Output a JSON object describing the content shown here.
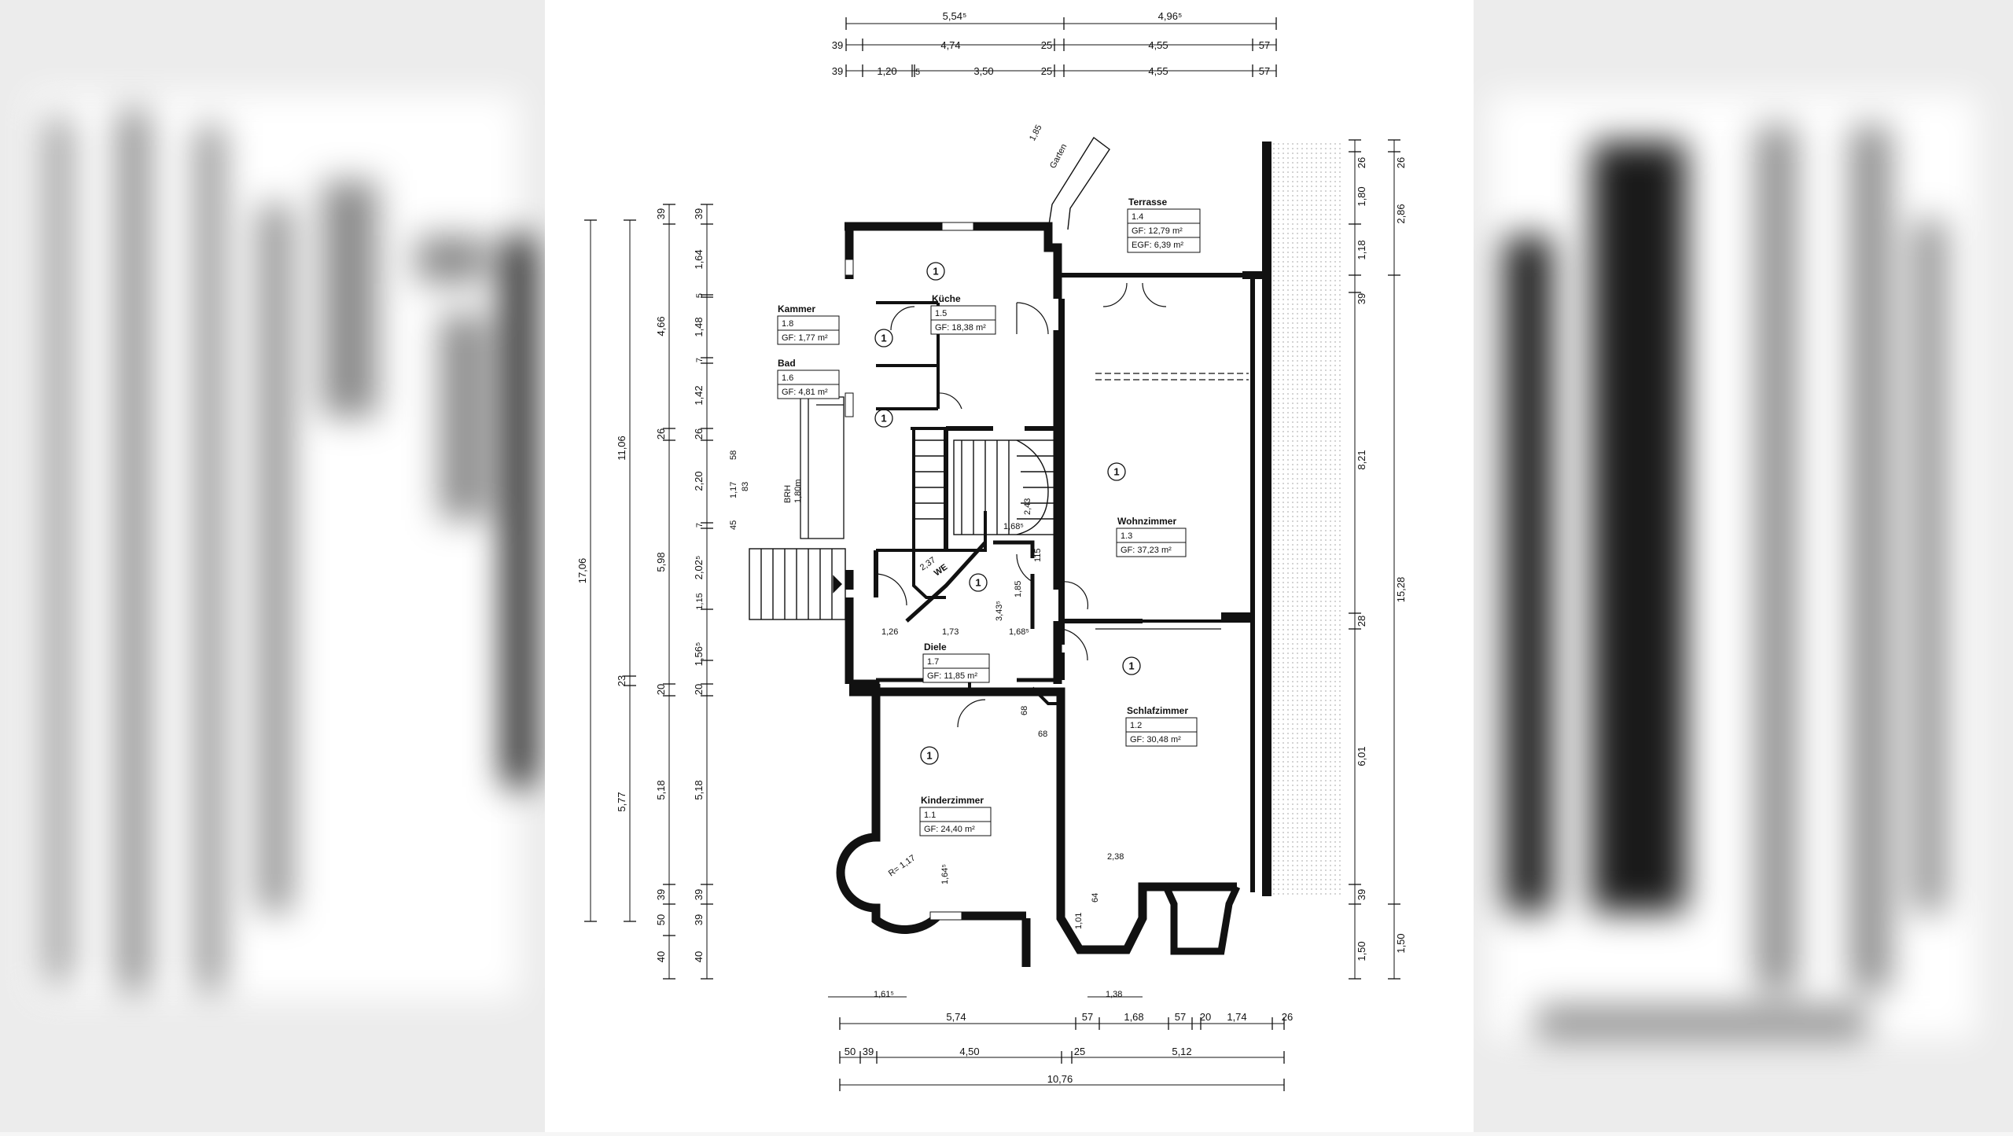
{
  "rooms": [
    {
      "name": "Terrasse",
      "num": "1.4",
      "gf": "GF: 12,79 m²",
      "egf": "EGF: 6,39 m²"
    },
    {
      "name": "Küche",
      "num": "1.5",
      "gf": "GF: 18,38 m²"
    },
    {
      "name": "Kammer",
      "num": "1.8",
      "gf": "GF: 1,77 m²"
    },
    {
      "name": "Bad",
      "num": "1.6",
      "gf": "GF: 4,81 m²"
    },
    {
      "name": "Wohnzimmer",
      "num": "1.3",
      "gf": "GF: 37,23 m²"
    },
    {
      "name": "Diele",
      "num": "1.7",
      "gf": "GF: 11,85 m²"
    },
    {
      "name": "Schlafzimmer",
      "num": "1.2",
      "gf": "GF: 30,48 m²"
    },
    {
      "name": "Kinderzimmer",
      "num": "1.1",
      "gf": "GF: 24,40 m²"
    }
  ],
  "level_marker": "1",
  "labels": {
    "garten": "Garten",
    "brh": "BRH",
    "brh_val": "1,80m",
    "we": "WE",
    "radius": "R= 1,17",
    "bay": "1,64⁵",
    "d185": "1,85",
    "d237": "2,37",
    "d343": "3,43⁵",
    "d243": "2,43",
    "d168s": "1,68⁵",
    "d185b": "1,85",
    "d115": "115",
    "d126": "1,26",
    "d173": "1,73",
    "d168d": "1,68⁵",
    "d68a": "68",
    "d68b": "68",
    "d238": "2,38",
    "d64": "64",
    "d101": "1,01",
    "d161": "1,61⁵",
    "d138": "1,38",
    "d117": "1,17",
    "d83": "83",
    "d58": "58",
    "d45": "45"
  },
  "dims": {
    "top1": [
      "5,54⁵",
      "4,96⁵"
    ],
    "top2": [
      "39",
      "4,74",
      "25",
      "4,55",
      "57"
    ],
    "top3": [
      "39",
      "1,20",
      "5",
      "3,50",
      "25",
      "4,55",
      "57"
    ],
    "left_outer": "17,06",
    "left2": [
      "11,06",
      "23",
      "5,77"
    ],
    "left3": [
      "39",
      "4,66",
      "26",
      "5,98",
      "20",
      "5,18",
      "39",
      "50",
      "40"
    ],
    "left4": [
      "39",
      "1,64",
      "5",
      "1,48",
      "7",
      "1,42",
      "26",
      "2,20",
      "7",
      "2,02⁵",
      "1,15",
      "1,56⁵",
      "20",
      "5,18",
      "39",
      "39",
      "40"
    ],
    "right1": [
      "26",
      "1,80",
      "1,18",
      "39",
      "8,21",
      "28",
      "6,01",
      "39",
      "1,50"
    ],
    "right2": [
      "26",
      "2,86",
      "15,28",
      "1,50"
    ],
    "bottom1": [
      "5,74",
      "57",
      "1,68",
      "57",
      "20",
      "1,74",
      "26"
    ],
    "bottom2": [
      "50",
      "39",
      "4,50",
      "25",
      "5,12"
    ],
    "bottom3": "10,76"
  }
}
